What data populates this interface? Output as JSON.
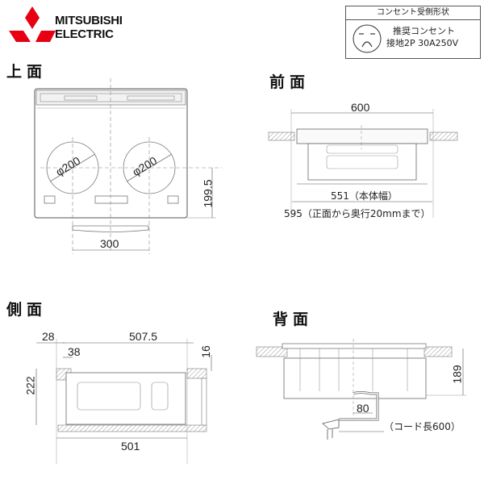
{
  "brand": {
    "name_line1": "MITSUBISHI",
    "name_line2": "ELECTRIC",
    "logo_color": "#e60012"
  },
  "outlet_info": {
    "header": "コンセント受側形状",
    "line1": "推奨コンセント",
    "line2": "接地2P 30A250V",
    "icon": "outlet-face-icon"
  },
  "views": {
    "top": {
      "title": "上面",
      "burner_left_label": "φ200",
      "burner_right_label": "φ200",
      "dim_height": "199.5",
      "dim_center_spacing": "300"
    },
    "front": {
      "title": "前面",
      "dim_top_width": "600",
      "dim_body_width": "551（本体幅）",
      "dim_cutout_width": "595（正面から奥行20mmまで）"
    },
    "side": {
      "title": "側面",
      "dim_28": "28",
      "dim_38": "38",
      "dim_507_5": "507.5",
      "dim_16": "16",
      "dim_222": "222",
      "dim_501": "501"
    },
    "back": {
      "title": "背面",
      "dim_189": "189",
      "dim_80": "80",
      "cord_length": "（コード長600）"
    }
  }
}
